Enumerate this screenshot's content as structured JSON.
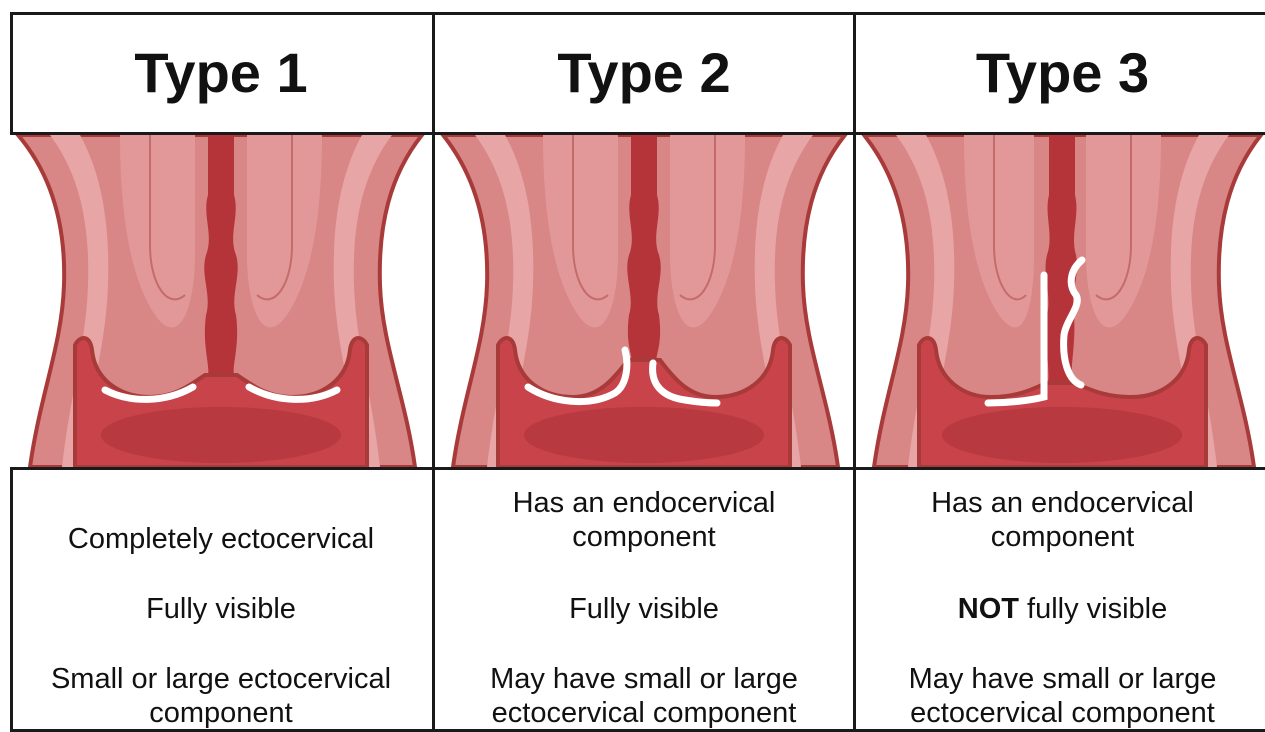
{
  "columns": [
    {
      "title": "Type 1",
      "desc": {
        "line1": "Completely ectocervical",
        "line2": "Fully visible",
        "line3a": "Small or large ectocervical",
        "line3b": "component"
      }
    },
    {
      "title": "Type 2",
      "desc": {
        "line1a": "Has an endocervical",
        "line1b": "component",
        "line2": "Fully visible",
        "line3a": "May have small or large",
        "line3b": "ectocervical component"
      }
    },
    {
      "title": "Type 3",
      "desc": {
        "line1a": "Has an endocervical",
        "line1b": "component",
        "line2_bold": "NOT",
        "line2_rest": " fully visible",
        "line3a": "May have small or large",
        "line3b": "ectocervical component"
      }
    }
  ],
  "colors": {
    "outer": "#d98686",
    "outer_edge": "#a83a3a",
    "inner": "#e8a5a5",
    "canal": "#b5343a",
    "vagina": "#c8434a",
    "transformation_zone": "#ffffff"
  }
}
